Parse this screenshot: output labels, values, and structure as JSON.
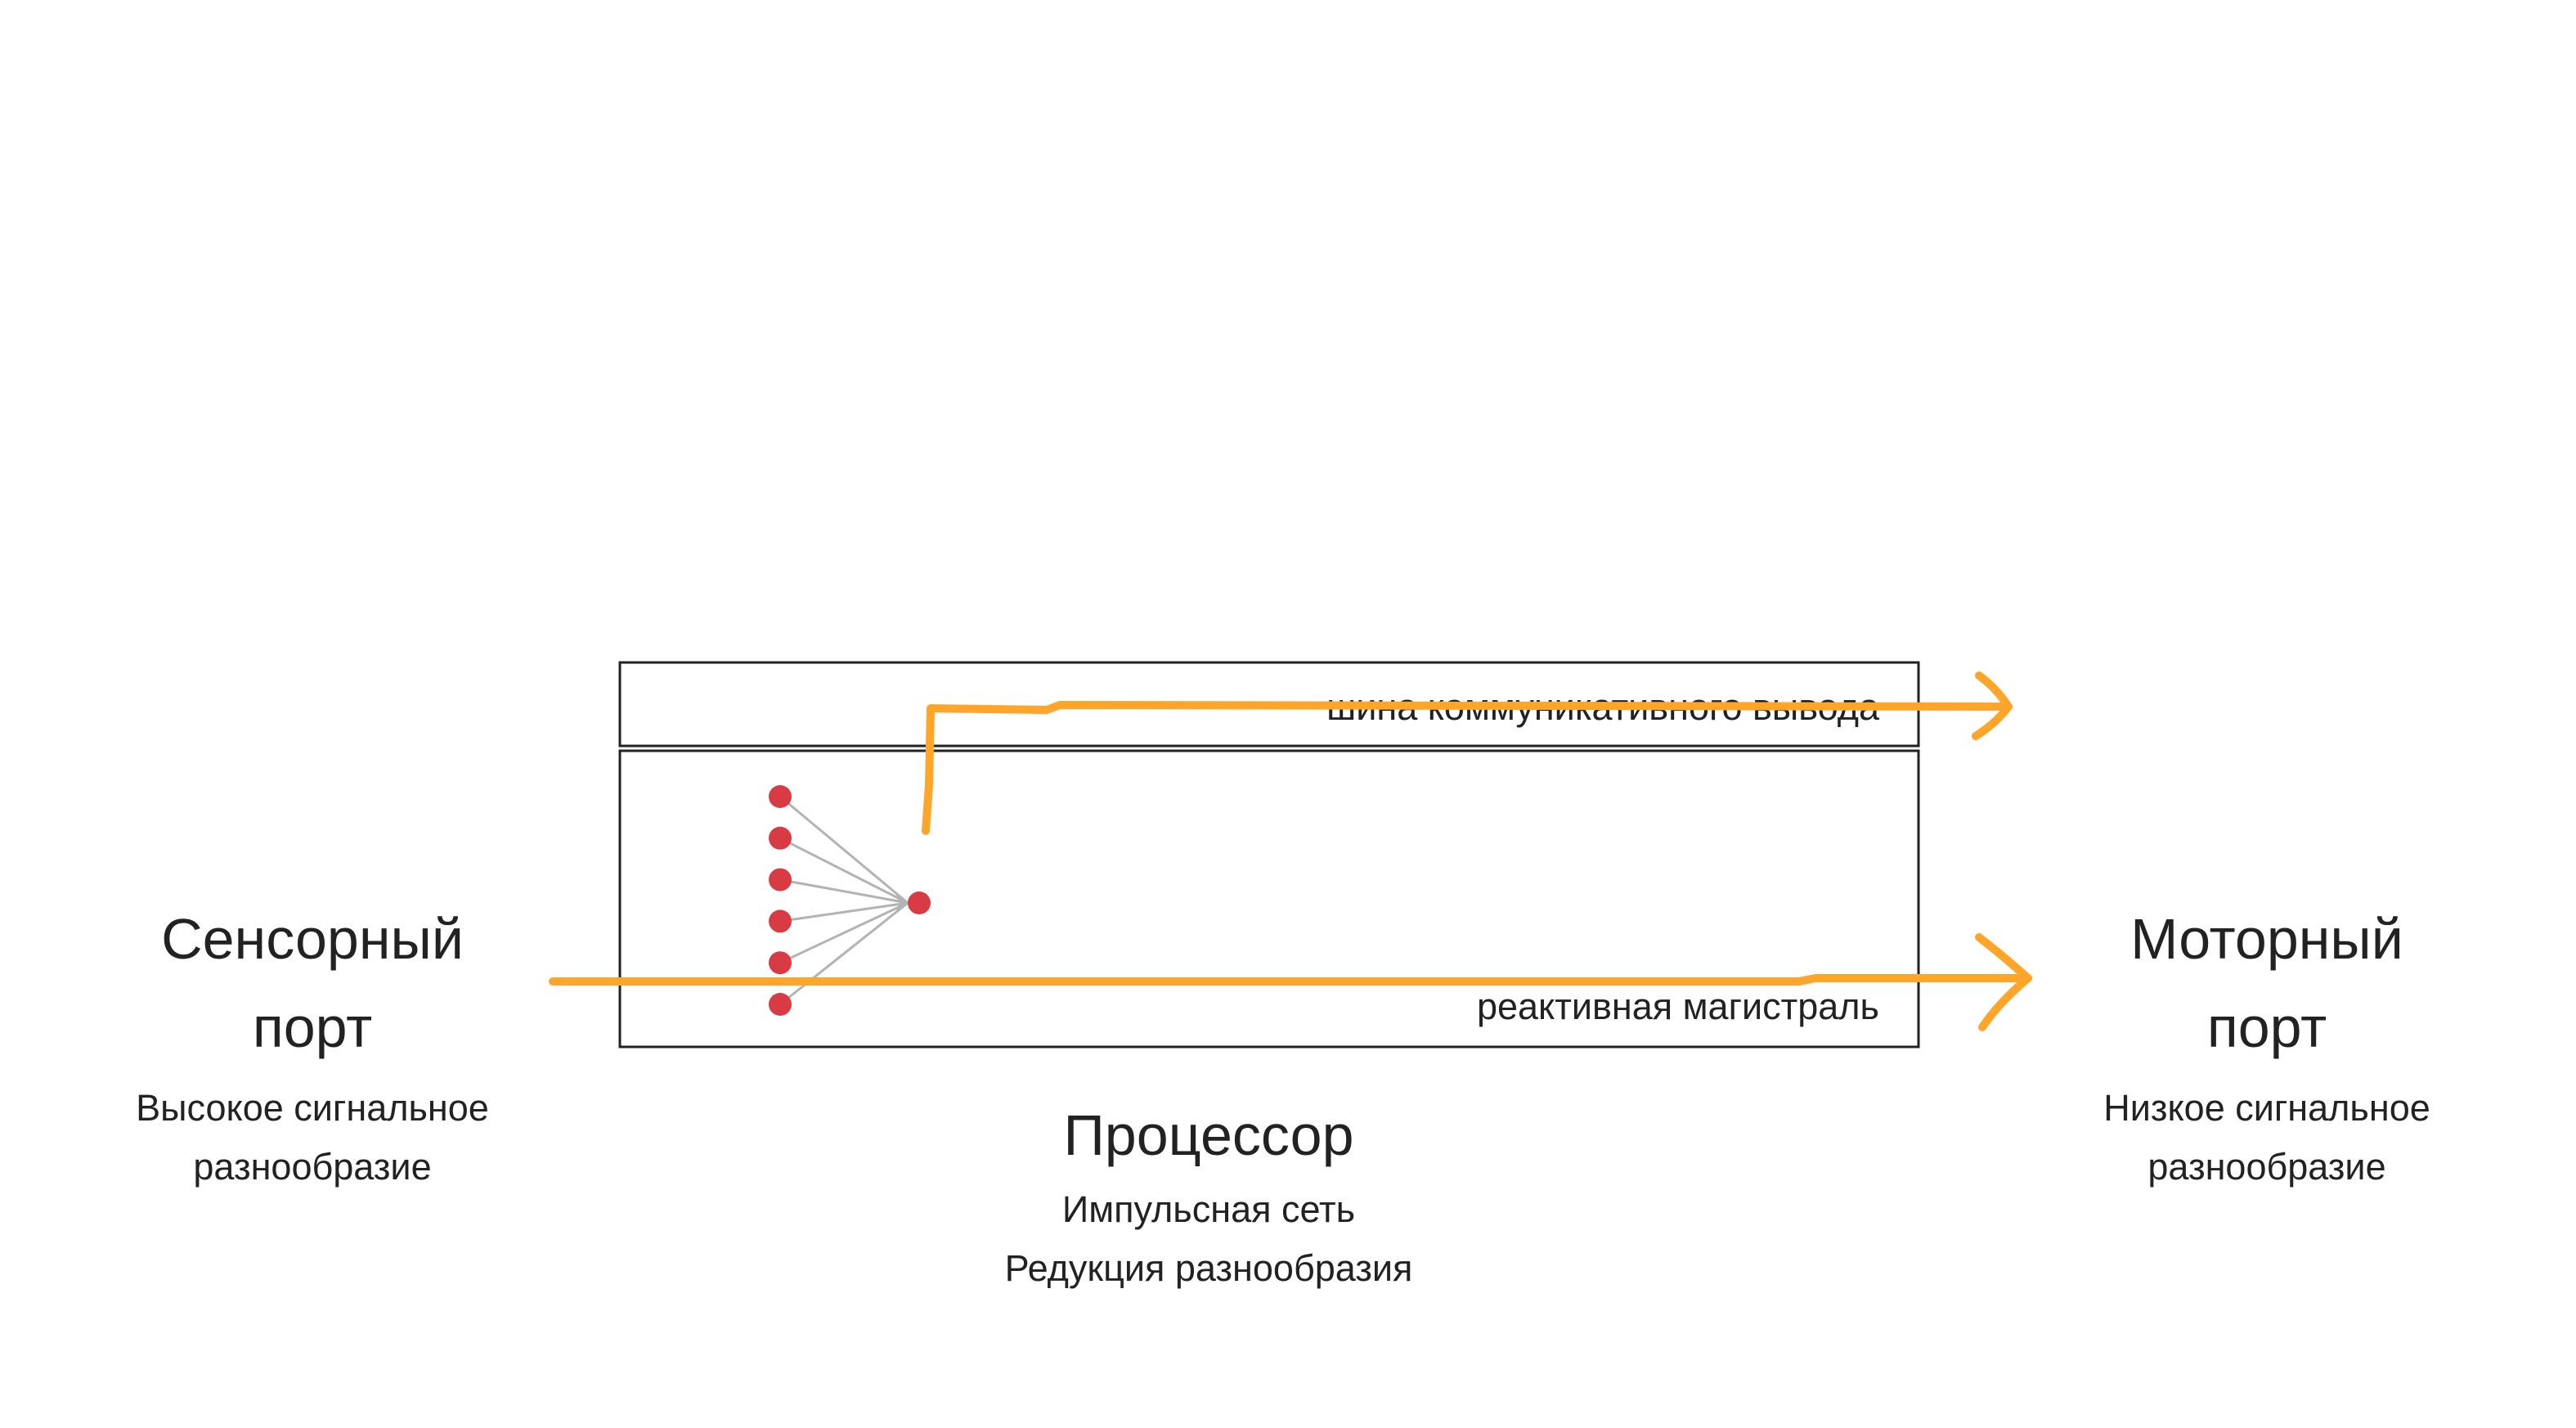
{
  "sensor": {
    "title_line1": "Сенсорный",
    "title_line2": "порт",
    "desc_line1": "Высокое сигнальное",
    "desc_line2": "разнообразие"
  },
  "motor": {
    "title_line1": "Моторный",
    "title_line2": "порт",
    "desc_line1": "Низкое сигнальное",
    "desc_line2": "разнообразие"
  },
  "processor": {
    "title": "Процессор",
    "desc_line1": "Импульсная сеть",
    "desc_line2": "Редукция разнообразия"
  },
  "buses": {
    "communicative": "шина коммуникативного вывода",
    "reactive": "реактивная магистраль"
  },
  "network": {
    "input_neurons": 6,
    "output_neurons": 1
  },
  "colors": {
    "signal": "#FFA52A",
    "neuron": "#D93B44",
    "synapse": "#B3B3B3",
    "border": "#222222"
  }
}
